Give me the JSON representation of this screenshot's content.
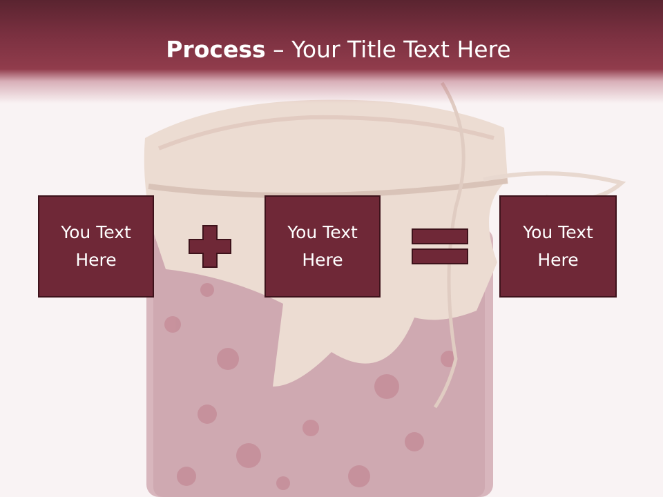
{
  "slide": {
    "title_bold": "Process",
    "title_dash": " – ",
    "title_rest": "Your Title Text Here"
  },
  "boxes": [
    {
      "label": "You Text Here"
    },
    {
      "label": "You Text Here"
    },
    {
      "label": "You Text Here"
    }
  ],
  "operators": [
    "plus-icon",
    "equals-icon"
  ],
  "colors": {
    "title_bar": "#7a3040",
    "box_fill": "#6f2837",
    "box_border": "#3e121b",
    "operator_fill": "#6f2837",
    "background": "#f9f3f4"
  }
}
